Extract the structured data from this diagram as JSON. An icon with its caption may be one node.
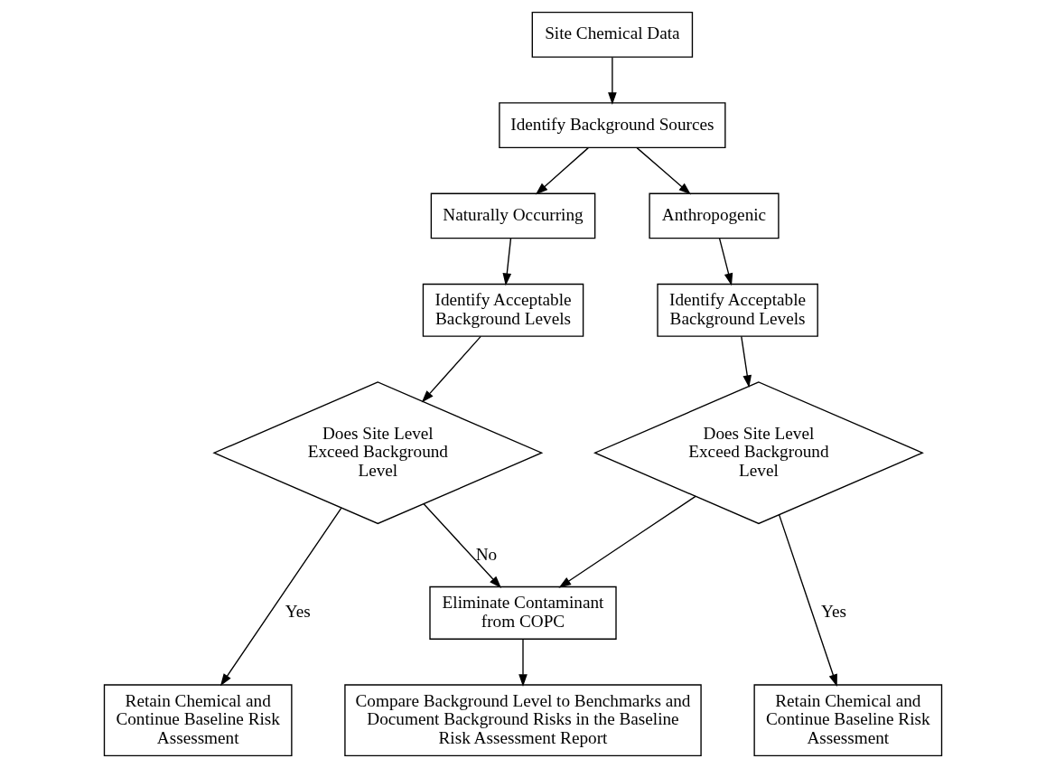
{
  "diagram": {
    "nodes": [
      {
        "text": [
          "Site Chemical Data"
        ]
      },
      {
        "text": [
          "Identify Background Sources"
        ]
      },
      {
        "text": [
          "Naturally Occurring"
        ]
      },
      {
        "text": [
          "Anthropogenic"
        ]
      },
      {
        "text": [
          "Identify Acceptable Background Levels"
        ]
      },
      {
        "text": [
          "Identify Acceptable Background Levels"
        ]
      },
      {
        "text": [
          "Does Site Level Exceed Background Level"
        ]
      },
      {
        "text": [
          "Does Site Level Exceed Background Level"
        ]
      },
      {
        "text": [
          "Eliminate Contaminant from COPC"
        ]
      },
      {
        "text": [
          "Retain Chemical and Continue Baseline Risk Assessment"
        ]
      },
      {
        "text": [
          "Compare Background Level to Benchmarks and Document Background Risks in the Baseline Risk Assessment Report"
        ]
      },
      {
        "text": [
          "Retain Chemical and Continue Baseline Risk Assessment"
        ]
      }
    ],
    "edges": [
      {
        "from": 0,
        "to": 1,
        "arrow": "to"
      },
      {
        "from": 1,
        "to": 2,
        "arrow": "to"
      },
      {
        "from": 1,
        "to": 3,
        "arrow": "to"
      },
      {
        "from": 2,
        "to": 4,
        "arrow": "to"
      },
      {
        "from": 3,
        "to": 5,
        "arrow": "to"
      },
      {
        "from": 4,
        "to": 6,
        "arrow": "to"
      },
      {
        "from": 5,
        "to": 7,
        "arrow": "to"
      },
      {
        "from": 6,
        "to": 8,
        "label": "No",
        "arrow": "to"
      },
      {
        "from": 7,
        "to": 8,
        "arrow": "to"
      },
      {
        "from": 6,
        "to": 9,
        "label": "Yes",
        "arrow": "to"
      },
      {
        "from": 8,
        "to": 10,
        "arrow": "to"
      },
      {
        "from": 7,
        "to": 11,
        "label": "Yes",
        "arrow": "to"
      }
    ]
  }
}
